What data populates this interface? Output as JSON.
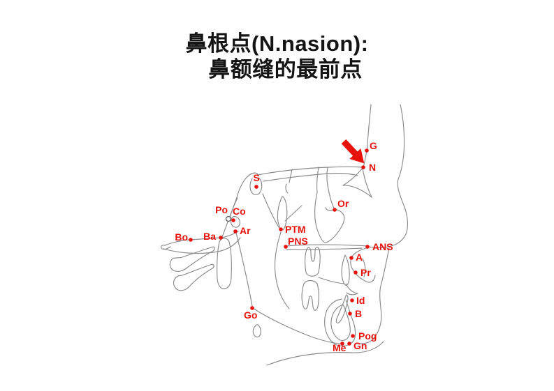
{
  "title": {
    "line1": "鼻根点(N.nasion):",
    "line2": "鼻额缝的最前点"
  },
  "colors": {
    "landmark_red": "#e8120c",
    "tracing_gray": "#8a8a8a",
    "title_black": "#141414",
    "background": "#ffffff",
    "porion_ring": "#555555"
  },
  "figure": {
    "description": "Lateral cephalometric head tracing with red landmark points; a red arrow points at nasion (N).",
    "arrow_target": "N",
    "landmarks": [
      {
        "id": "G",
        "label": "G",
        "dot": [
          525,
          216
        ],
        "text": [
          529,
          214
        ],
        "anchor": "start",
        "marker": "dot"
      },
      {
        "id": "N",
        "label": "N",
        "dot": [
          520,
          240
        ],
        "text": [
          528,
          245
        ],
        "anchor": "start",
        "marker": "dot"
      },
      {
        "id": "S",
        "label": "S",
        "dot": [
          367,
          268
        ],
        "text": [
          367,
          260
        ],
        "anchor": "middle",
        "marker": "dot"
      },
      {
        "id": "Or",
        "label": "Or",
        "dot": [
          479,
          301
        ],
        "text": [
          483,
          297
        ],
        "anchor": "start",
        "marker": "dot"
      },
      {
        "id": "Po",
        "label": "Po",
        "dot": [
          327,
          314
        ],
        "text": [
          326,
          306
        ],
        "anchor": "end",
        "marker": "circle"
      },
      {
        "id": "Co",
        "label": "Co",
        "dot": [
          334,
          316
        ],
        "text": [
          333,
          308
        ],
        "anchor": "start",
        "marker": "dot"
      },
      {
        "id": "Ar",
        "label": "Ar",
        "dot": [
          337,
          332
        ],
        "text": [
          343,
          336
        ],
        "anchor": "start",
        "marker": "dot"
      },
      {
        "id": "Ba",
        "label": "Ba",
        "dot": [
          316,
          341
        ],
        "text": [
          309,
          344
        ],
        "anchor": "end",
        "marker": "dot"
      },
      {
        "id": "Bo",
        "label": "Bo",
        "dot": [
          273,
          344
        ],
        "text": [
          269,
          345
        ],
        "anchor": "end",
        "marker": "dot"
      },
      {
        "id": "PTM",
        "label": "PTM",
        "dot": [
          402,
          329
        ],
        "text": [
          408,
          334
        ],
        "anchor": "start",
        "marker": "dot"
      },
      {
        "id": "PNS",
        "label": "PNS",
        "dot": [
          409,
          354
        ],
        "text": [
          412,
          351
        ],
        "anchor": "start",
        "marker": "dot"
      },
      {
        "id": "ANS",
        "label": "ANS",
        "dot": [
          526,
          354
        ],
        "text": [
          533,
          359
        ],
        "anchor": "start",
        "marker": "dot"
      },
      {
        "id": "A",
        "label": "A",
        "dot": [
          503,
          370
        ],
        "text": [
          509,
          374
        ],
        "anchor": "start",
        "marker": "dot"
      },
      {
        "id": "Pr",
        "label": "Pr",
        "dot": [
          509,
          391
        ],
        "text": [
          516,
          396
        ],
        "anchor": "start",
        "marker": "dot"
      },
      {
        "id": "Id",
        "label": "Id",
        "dot": [
          504,
          431
        ],
        "text": [
          510,
          436
        ],
        "anchor": "start",
        "marker": "dot"
      },
      {
        "id": "B",
        "label": "B",
        "dot": [
          501,
          450
        ],
        "text": [
          508,
          455
        ],
        "anchor": "start",
        "marker": "dot"
      },
      {
        "id": "Pog",
        "label": "Pog",
        "dot": [
          505,
          482
        ],
        "text": [
          513,
          487
        ],
        "anchor": "start",
        "marker": "dot"
      },
      {
        "id": "Gn",
        "label": "Gn",
        "dot": [
          500,
          493
        ],
        "text": [
          506,
          501
        ],
        "anchor": "start",
        "marker": "dot"
      },
      {
        "id": "Me",
        "label": "Me",
        "dot": [
          490,
          493
        ],
        "text": [
          476,
          504
        ],
        "anchor": "start",
        "marker": "dot"
      },
      {
        "id": "Go",
        "label": "Go",
        "dot": [
          361,
          442
        ],
        "text": [
          349,
          457
        ],
        "anchor": "start",
        "marker": "dot"
      }
    ]
  }
}
